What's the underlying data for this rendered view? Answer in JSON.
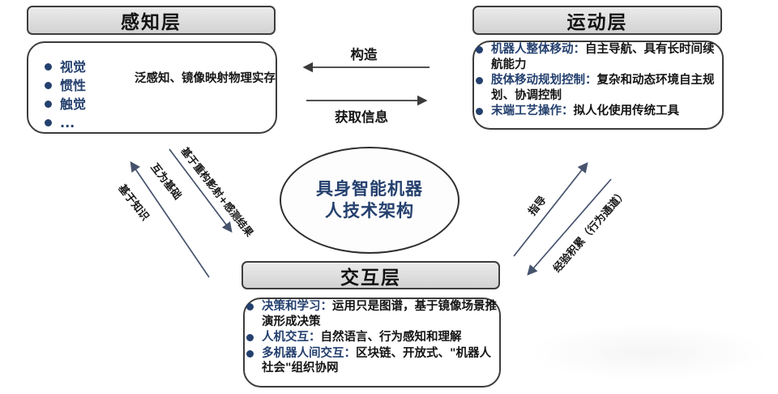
{
  "diagram": {
    "center": {
      "line1": "具身智能机器",
      "line2": "人技术架构"
    },
    "perception": {
      "header": "感知层",
      "senses": [
        "视觉",
        "惯性",
        "触觉",
        "..."
      ],
      "description": "泛感知、镜像映射物理实存"
    },
    "motion": {
      "header": "运动层",
      "bullets": [
        {
          "lead": "机器人整体移动：",
          "text": "自主导航、具有长时间续航能力"
        },
        {
          "lead": "肢体移动规划控制：",
          "text": "复杂和动态环境自主规划、协调控制"
        },
        {
          "lead": "末端工艺操作：",
          "text": "拟人化使用传统工具"
        }
      ]
    },
    "interaction": {
      "header": "交互层",
      "bullets": [
        {
          "lead": "决策和学习：",
          "text": "运用只是图谱，基于镜像场景推演形成决策"
        },
        {
          "lead": "人机交互：",
          "text": "自然语言、行为感知和理解"
        },
        {
          "lead": "多机器人间交互：",
          "text": "区块链、开放式、\"机器人社会\"组织协网"
        }
      ]
    },
    "arrow_labels": {
      "construct": "构造",
      "acquire_info": "获取信息",
      "mutual_basis": "互为基础",
      "knowledge_based": "基于知识",
      "reconstruct": "基于重构影射+感测结果",
      "guidance": "指导",
      "experience": "经验积累（行为通道）"
    },
    "colors": {
      "navy_accent": "#24406e",
      "header_fill": "#dcdcdc",
      "box_border": "#3c3c3c",
      "arrow_dark": "#3a3a3a",
      "arrow_navy": "#46536d"
    }
  }
}
